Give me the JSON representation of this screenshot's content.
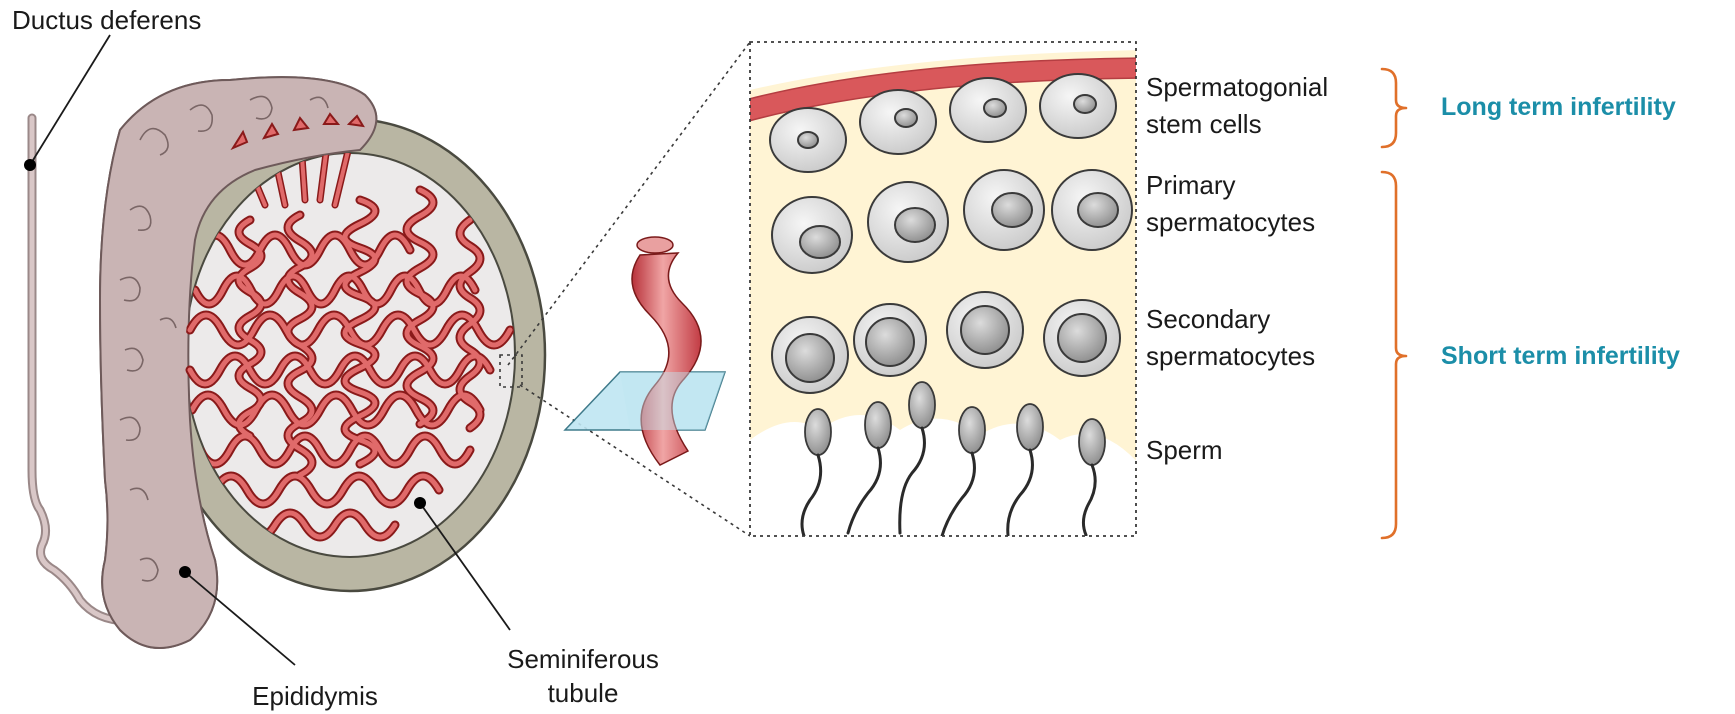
{
  "labels": {
    "ductus_deferens": "Ductus deferens",
    "epididymis": "Epididymis",
    "seminiferous_line1": "Seminiferous",
    "seminiferous_line2": "tubule",
    "spermatogonial_line1": "Spermatogonial",
    "spermatogonial_line2": "stem cells",
    "primary_line1": "Primary",
    "primary_line2": "spermatocytes",
    "secondary_line1": "Secondary",
    "secondary_line2": "spermatocytes",
    "sperm": "Sperm"
  },
  "outcomes": {
    "long_term": "Long term infertility",
    "short_term": "Short term infertility"
  },
  "colors": {
    "outcome_text": "#1b8ea8",
    "bracket": "#e0702a",
    "tubule_red": "#e06a6a",
    "tubule_outline": "#8a1a1a",
    "epididymis": "#c9b4b4",
    "capsule": "#b9b6a3",
    "testis_interior": "#eceaea",
    "zoom_background": "#fff4d4",
    "membrane": "#d9585b",
    "cell_fill": "#e4e4e4",
    "nucleus_fill": "#b8b8b8",
    "plane": "#bfe6f2"
  }
}
